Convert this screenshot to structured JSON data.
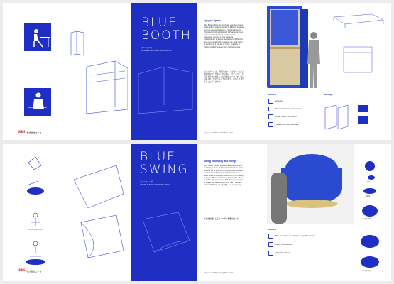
{
  "colors": {
    "brand_blue": "#1f2fc4",
    "logo_red": "#c81e1e",
    "fabric_blue": "#2a4bd0"
  },
  "booth": {
    "title_line1": "BLUE",
    "title_line2": "BOOTH",
    "jp_name": "ブルーブース",
    "sub": "CONNE FURNITURE FROM JAPAN",
    "logo_jp": "株式会社コクヨ",
    "heading": "Up your Space",
    "body_en": "Blue Booth allows you to create your own space easily with its spacing design in different locations, such as open-plan offices or residential rooms. The inner booth, upholstered with acoustic foam and covered with fabric, results in more workspace privacy, so you can work independently in a quiet atmosphere. While there are many benefits, the greatest may be a feeling of comfort as if you are at home. Available in a variety of fabric textures with colorful options.",
    "body_jp": "ブルーブース は、周囲のオフィスデザインによる開放的なワークスペースの中に、プライベートな空間を気軽に作ることが可能なブースです。吸音材を入れた包まれるような空間で、集中して作業することができます。",
    "general": "General",
    "spec_items": [
      "Acoustic",
      "Material: Aluminium Grey Panel",
      "Power Outlet, Usb & Light",
      "Table Finish: Grey Laminate"
    ],
    "montage": "Montage",
    "footer": "group-in.com/blue/booth-from-japan"
  },
  "swing": {
    "title_line1": "BLUE",
    "title_line2": "SWING",
    "jp_name": "ブルースイング",
    "sub": "CONNE FURNITURE FROM JAPAN",
    "logo_jp": "株式会社コクヨ",
    "heading": "Swing your body and energy",
    "body_en": "Blue Swing creates a perfect alternative to sink and lounge seats. Its domed wooden base helps you feel full of positivity in your present situation, and is truly revitalizing. Its upholstered seat's fabric offers a variety of textures for smart seating usage in different locations, and provides other benefits. Lets get started. Based on your purpose of usage, the Blue Swing family has 4 different sizes: Kid, Work, Lounge (M), and Lounge (L).",
    "body_jp": "からだを揺らしてエネルギーを取り戻そう",
    "general": "General",
    "spec_items": [
      "Blue Seat Sizes: Kid, Work, Lounge M, Lounge L",
      "Fabric Covered Base",
      "Wood Base Finish"
    ],
    "sizes": [
      "Kid",
      "Work",
      "Lounge (M)",
      "Lounge (L)"
    ],
    "footer": "group-in.com/blue/swing-from-japan"
  }
}
